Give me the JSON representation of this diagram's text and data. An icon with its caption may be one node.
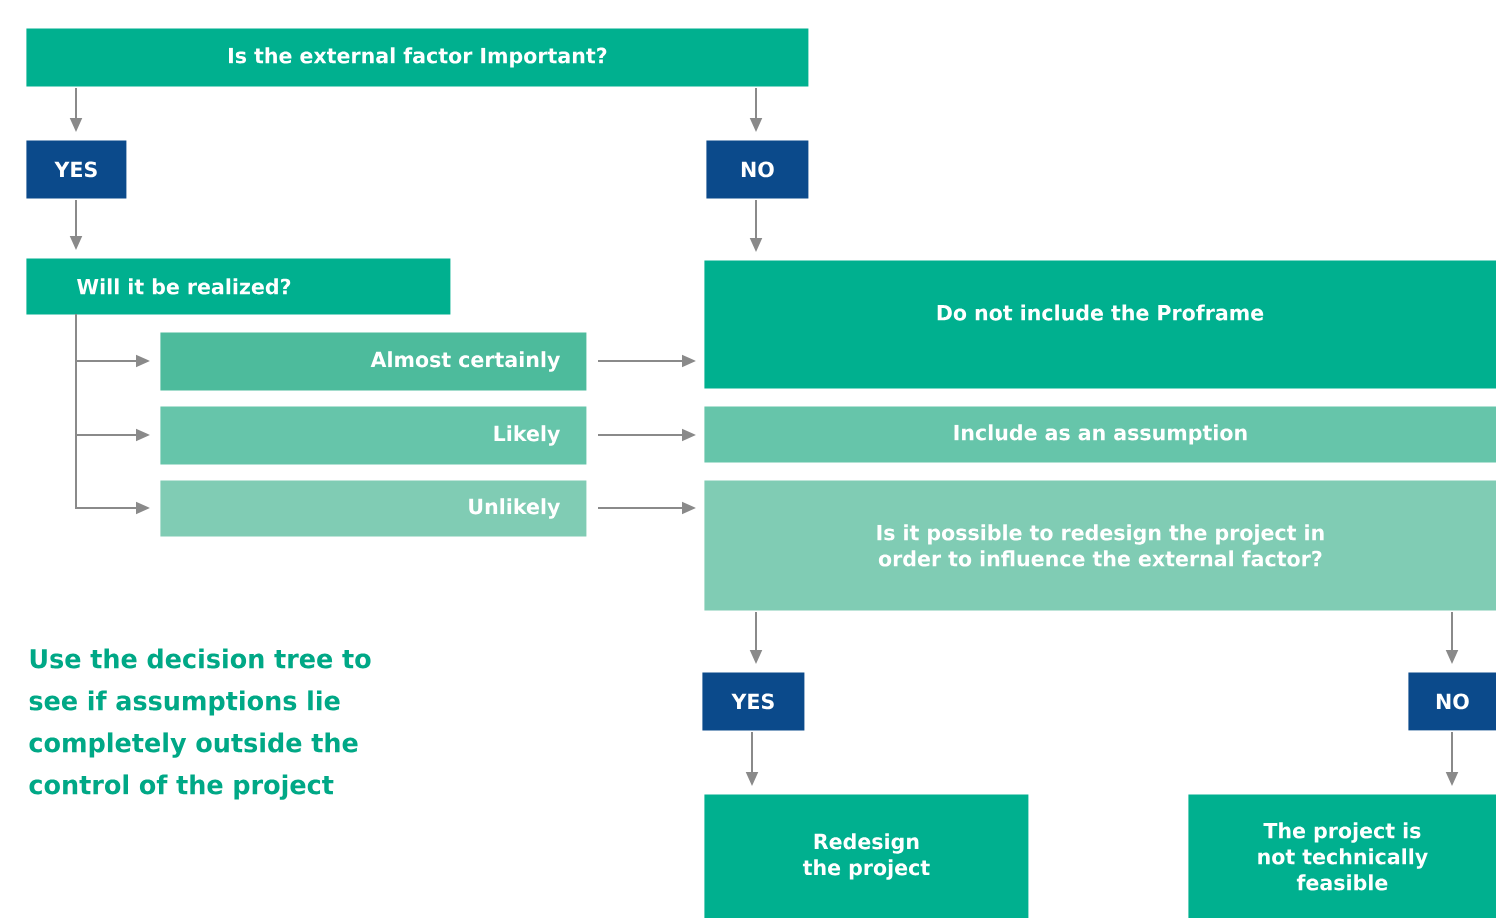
{
  "diagram": {
    "nodes": [
      {
        "text": [
          "Is the external factor Important?"
        ]
      },
      {
        "text": [
          "YES"
        ]
      },
      {
        "text": [
          "NO"
        ]
      },
      {
        "text": [
          "Will it be realized?"
        ]
      },
      {
        "text": [
          "Almost certainly"
        ]
      },
      {
        "text": [
          "Likely"
        ]
      },
      {
        "text": [
          "Unlikely"
        ]
      },
      {
        "text": [
          "Do not include the Proframe"
        ]
      },
      {
        "text": [
          "Include as an assumption"
        ]
      },
      {
        "text": [
          "Is it possible to redesign the project in order to influence the external factor?"
        ]
      },
      {
        "text": [
          "YES"
        ]
      },
      {
        "text": [
          "NO"
        ]
      },
      {
        "text": [
          "Redesign the project"
        ]
      },
      {
        "text": [
          "The project is not technically feasible"
        ]
      }
    ],
    "edges": [
      {
        "from": 0,
        "to": 1,
        "arrow": "to"
      },
      {
        "from": 0,
        "to": 2,
        "arrow": "to"
      },
      {
        "from": 1,
        "to": 3,
        "arrow": "to"
      },
      {
        "from": 2,
        "to": 7,
        "arrow": "to"
      },
      {
        "from": 3,
        "to": 4,
        "arrow": "to"
      },
      {
        "from": 3,
        "to": 5,
        "arrow": "to"
      },
      {
        "from": 3,
        "to": 6,
        "arrow": "to"
      },
      {
        "from": 4,
        "to": 7,
        "arrow": "to"
      },
      {
        "from": 5,
        "to": 8,
        "arrow": "to"
      },
      {
        "from": 6,
        "to": 9,
        "arrow": "to"
      },
      {
        "from": 9,
        "to": 10,
        "arrow": "to"
      },
      {
        "from": 9,
        "to": 11,
        "arrow": "to"
      },
      {
        "from": 10,
        "to": 12,
        "arrow": "to"
      },
      {
        "from": 11,
        "to": 13,
        "arrow": "to"
      }
    ],
    "labels": [
      "Use the decision tree to see if assumptions lie completely outside the control of the project"
    ]
  }
}
